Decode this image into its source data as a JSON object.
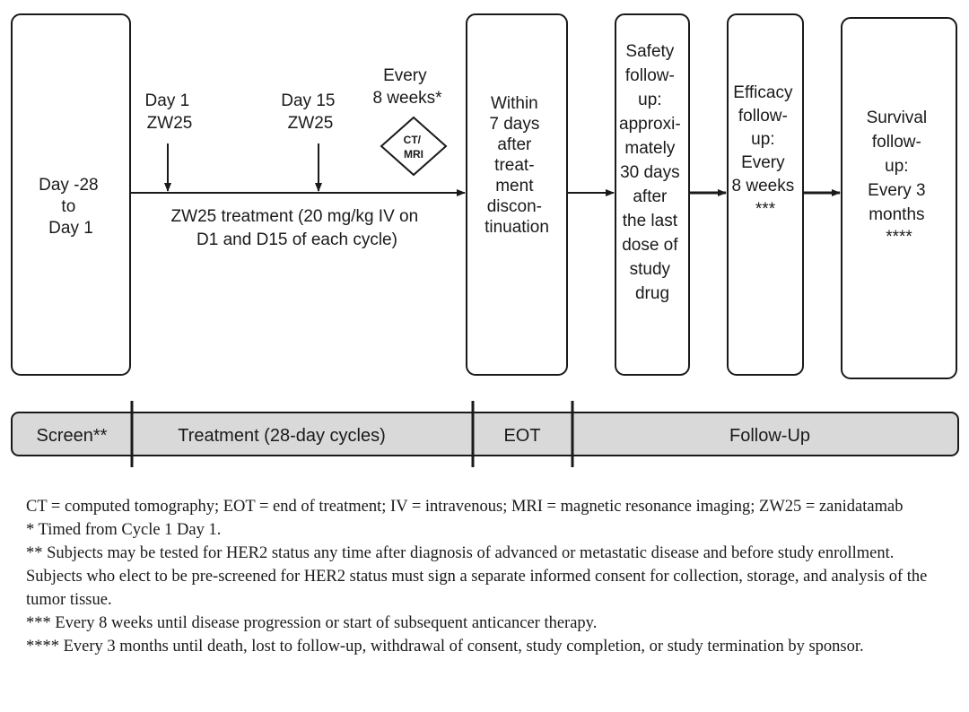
{
  "boxes": {
    "screen": [
      "Day -28",
      "to",
      "Day 1"
    ],
    "eot": [
      "Within",
      "7 days",
      "after",
      "treat-",
      "ment",
      "discon-",
      "tinuation"
    ],
    "safety": [
      "Safety",
      "follow-",
      "up:",
      "approxi-",
      "mately",
      "30 days",
      "after",
      "the last",
      "dose of",
      "study",
      "drug"
    ],
    "efficacy": [
      "Efficacy",
      "follow-",
      "up:",
      "Every",
      "8 weeks",
      "***"
    ],
    "survival": [
      "Survival",
      "follow-",
      "up:",
      "Every 3",
      "months",
      "****"
    ]
  },
  "treatment": {
    "day1": [
      "Day 1",
      "ZW25"
    ],
    "day15": [
      "Day 15",
      "ZW25"
    ],
    "every8": [
      "Every",
      "8 weeks*"
    ],
    "diamond": [
      "CT/",
      "MRI"
    ],
    "description": [
      "ZW25 treatment (20 mg/kg IV on",
      "D1 and D15 of each cycle)"
    ]
  },
  "phases": {
    "screen": "Screen**",
    "treatment": "Treatment (28-day cycles)",
    "eot": "EOT",
    "followup": "Follow-Up"
  },
  "footnotes": [
    "CT = computed tomography; EOT = end of treatment; IV = intravenous; MRI = magnetic resonance imaging; ZW25 = zanidatamab",
    "* Timed from Cycle 1 Day 1.",
    "** Subjects may be tested for HER2 status any time after diagnosis of advanced or metastatic disease and before study enrollment. Subjects who elect to be pre-screened for HER2 status must sign a separate informed consent for collection, storage, and analysis of the tumor tissue.",
    "*** Every 8 weeks until disease progression or start of subsequent anticancer therapy.",
    "**** Every 3 months until death, lost to follow-up, withdrawal of consent, study completion, or study termination by sponsor."
  ],
  "colors": {
    "stroke": "#1a1a1a",
    "phase_fill": "#d9d9d9"
  }
}
